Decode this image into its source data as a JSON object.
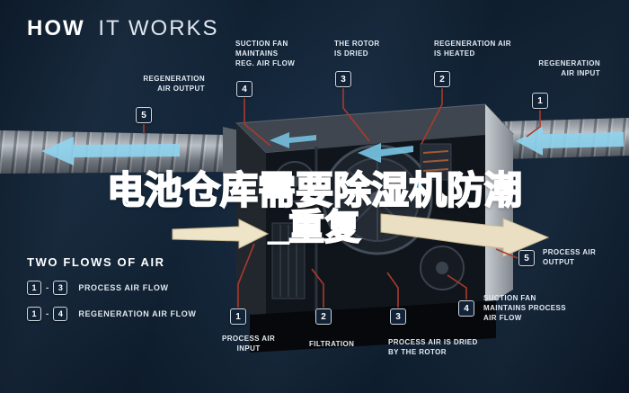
{
  "title": {
    "bold": "HOW",
    "light": "IT WORKS"
  },
  "overlay": {
    "line1": "电池仓库需要除湿机防潮",
    "line2": "_重复"
  },
  "legend": {
    "title": "TWO FLOWS OF AIR",
    "rows": [
      {
        "start": "1",
        "sep": "-",
        "end": "3",
        "label": "PROCESS AIR FLOW"
      },
      {
        "start": "1",
        "sep": "-",
        "end": "4",
        "label": "REGENERATION AIR FLOW"
      }
    ]
  },
  "callouts": {
    "reg_air_output": {
      "num": "5",
      "label": "REGENERATION\nAIR OUTPUT"
    },
    "suction_fan_reg": {
      "num": "4",
      "label": "SUCTION FAN\nMAINTAINS\nREG. AIR FLOW"
    },
    "rotor_dried": {
      "num": "3",
      "label": "THE ROTOR\nIS DRIED"
    },
    "reg_air_heated": {
      "num": "2",
      "label": "REGENERATION AIR\nIS HEATED"
    },
    "reg_air_input": {
      "num": "1",
      "label": "REGENERATION\nAIR INPUT"
    },
    "process_air_output": {
      "num": "5",
      "label": "PROCESS AIR\nOUTPUT"
    },
    "suction_fan_process": {
      "num": "4",
      "label": "SUCTION FAN\nMAINTAINS PROCESS\nAIR FLOW"
    },
    "process_air_dried": {
      "num": "3",
      "label": "PROCESS AIR IS DRIED\nBY THE ROTOR"
    },
    "filtration": {
      "num": "2",
      "label": "FILTRATION"
    },
    "process_air_input": {
      "num": "1",
      "label": "PROCESS AIR\nINPUT"
    }
  },
  "colors": {
    "background": "#102031",
    "connector_red": "#ab3a2c",
    "air_blue": "#8fd2ee",
    "process_cream": "#eadfc2",
    "overlay_blue": "#1f8fe0",
    "badge_bg": "#132337"
  }
}
